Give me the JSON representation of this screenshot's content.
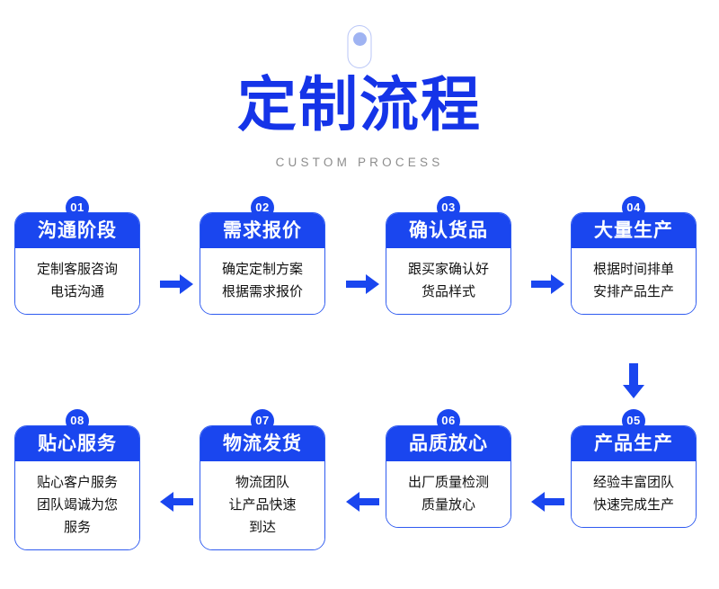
{
  "page": {
    "background": "#ffffff",
    "accent_blue": "#1a46ef",
    "title_blue": "#1534e8",
    "border_blue": "#2f5bf0",
    "deco_blue": "#9fb3f2",
    "subtitle_gray": "#8d8d8d",
    "body_text": "#111111"
  },
  "header": {
    "title": "定制流程",
    "subtitle": "CUSTOM PROCESS",
    "decoration": "capsule-dot-ornament"
  },
  "flow": {
    "row1_direction": "left-to-right",
    "row2_direction": "right-to-left",
    "connector_icon": "block-arrow"
  },
  "steps": [
    {
      "number": "01",
      "title": "沟通阶段",
      "body": "定制客服咨询\n电话沟通",
      "lines": 2
    },
    {
      "number": "02",
      "title": "需求报价",
      "body": "确定定制方案\n根据需求报价",
      "lines": 2
    },
    {
      "number": "03",
      "title": "确认货品",
      "body": "跟买家确认好\n货品样式",
      "lines": 2
    },
    {
      "number": "04",
      "title": "大量生产",
      "body": "根据时间排单\n安排产品生产",
      "lines": 2
    },
    {
      "number": "05",
      "title": "产品生产",
      "body": "经验丰富团队\n快速完成生产",
      "lines": 2
    },
    {
      "number": "06",
      "title": "品质放心",
      "body": "出厂质量检测\n质量放心",
      "lines": 2
    },
    {
      "number": "07",
      "title": "物流发货",
      "body": "物流团队\n让产品快速\n到达",
      "lines": 3
    },
    {
      "number": "08",
      "title": "贴心服务",
      "body": "贴心客户服务\n团队竭诚为您\n服务",
      "lines": 3
    }
  ]
}
